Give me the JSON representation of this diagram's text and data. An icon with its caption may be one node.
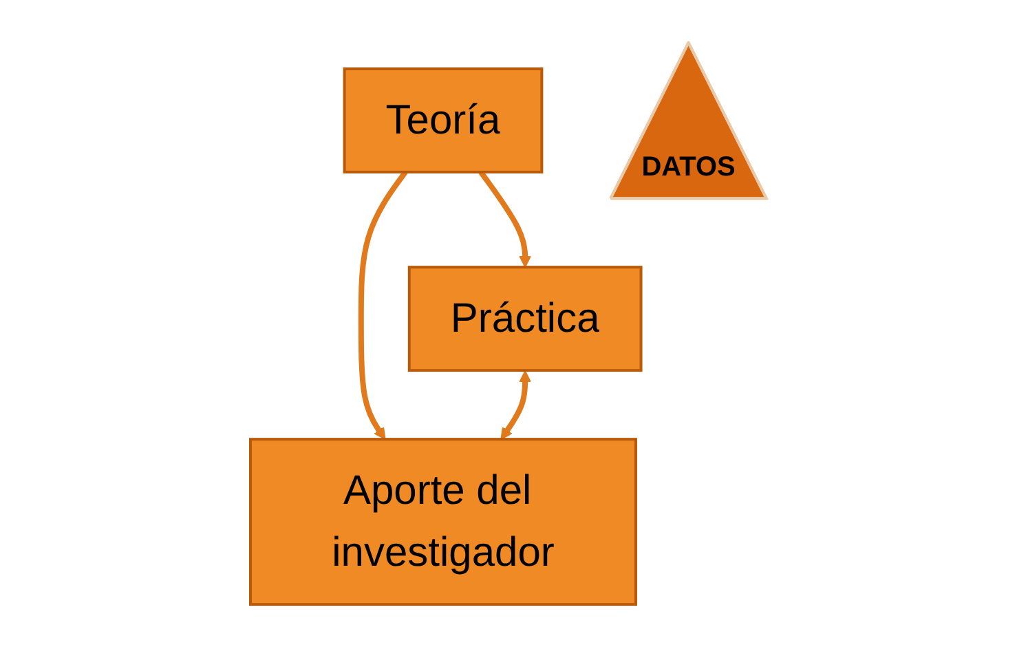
{
  "diagram": {
    "nodes": [
      {
        "text": [
          "Teoría"
        ]
      },
      {
        "text": [
          "DATOS"
        ]
      },
      {
        "text": [
          "Práctica"
        ]
      },
      {
        "text": [
          "Aporte del investigador"
        ]
      }
    ],
    "edges": [
      {
        "from": 0,
        "to": 2,
        "arrow": "to"
      },
      {
        "from": 0,
        "to": 3,
        "arrow": "to"
      },
      {
        "from": 2,
        "to": 3,
        "arrow": "both"
      }
    ]
  }
}
